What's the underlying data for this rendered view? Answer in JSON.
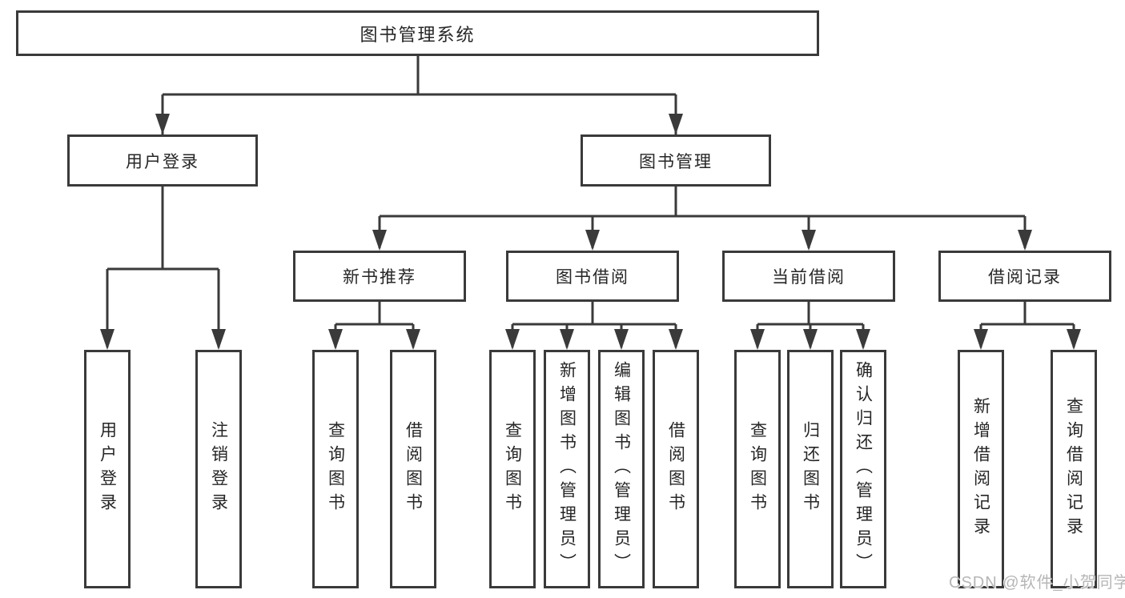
{
  "colors": {
    "line": "#3a3a3a",
    "box_border": "#3a3a3a",
    "text": "#262626",
    "watermark": "#b6b6b6",
    "background": "#ffffff"
  },
  "tree": {
    "root": "图书管理系统",
    "branches": {
      "user_login": {
        "label": "用户登录",
        "children": {
          "login": "用户登录",
          "logout": "注销登录"
        }
      },
      "book_mgmt": {
        "label": "图书管理",
        "children": {
          "new_books": {
            "label": "新书推荐",
            "children": {
              "query": "查询图书",
              "borrow": "借阅图书"
            }
          },
          "borrowing": {
            "label": "图书借阅",
            "children": {
              "query": "查询图书",
              "add": "新增图书（管理员）",
              "edit": "编辑图书（管理员）",
              "borrow": "借阅图书"
            }
          },
          "current": {
            "label": "当前借阅",
            "children": {
              "query": "查询图书",
              "return": "归还图书",
              "confirm": "确认归还（管理员）"
            }
          },
          "records": {
            "label": "借阅记录",
            "children": {
              "add": "新增借阅记录",
              "query": "查询借阅记录"
            }
          }
        }
      }
    }
  },
  "watermark": "CSDN @软件_小贺同学"
}
